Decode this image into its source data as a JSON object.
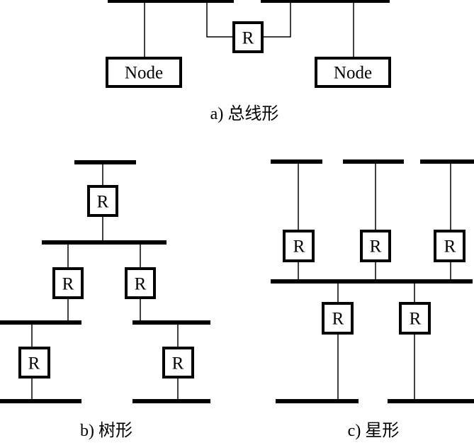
{
  "diagrams": {
    "bus": {
      "caption": "a) 总线形",
      "router_label": "R",
      "node_label_left": "Node",
      "node_label_right": "Node"
    },
    "tree": {
      "caption": "b) 树形",
      "router_labels": [
        "R",
        "R",
        "R",
        "R",
        "R"
      ]
    },
    "star": {
      "caption": "c) 星形",
      "router_labels": [
        "R",
        "R",
        "R",
        "R",
        "R"
      ]
    }
  }
}
